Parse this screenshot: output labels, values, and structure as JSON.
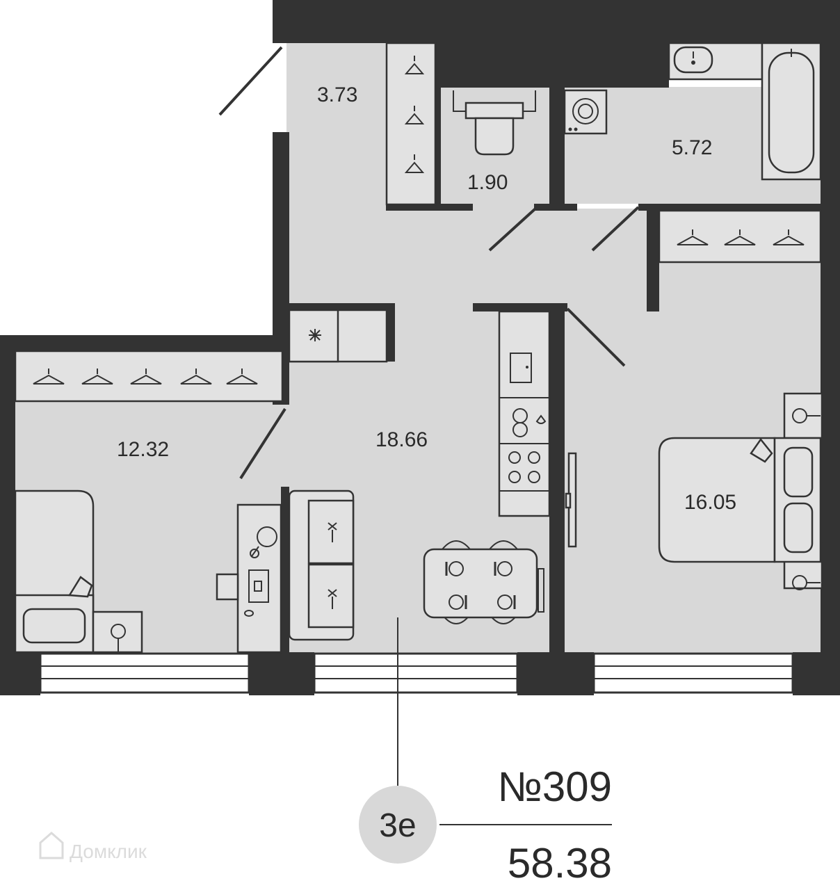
{
  "apartment": {
    "number": "№309",
    "total_area": "58.38",
    "badge": "3е"
  },
  "rooms": [
    {
      "id": "hallway-closet",
      "area": "3.73"
    },
    {
      "id": "toilet",
      "area": "1.90"
    },
    {
      "id": "bathroom",
      "area": "5.72"
    },
    {
      "id": "bedroom-left",
      "area": "12.32"
    },
    {
      "id": "kitchen-living",
      "area": "18.66"
    },
    {
      "id": "bedroom-right",
      "area": "16.05"
    }
  ],
  "watermark": "Домклик",
  "colors": {
    "wall": "#333333",
    "floor": "#d8d8d8",
    "badge": "#d8d8d8"
  }
}
